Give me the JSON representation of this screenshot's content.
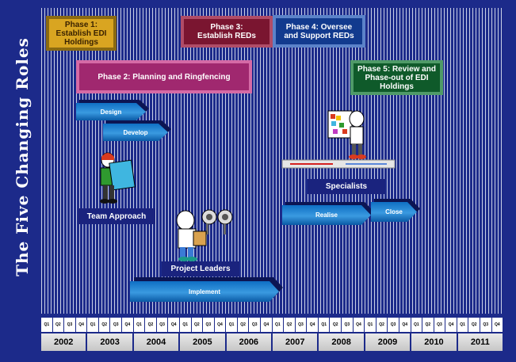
{
  "title": "The Five Changing Roles",
  "phases": [
    {
      "id": "phase1",
      "label": "Phase 1:\nEstablish EDI\nHoldings",
      "fill": "#d9a521",
      "border": "#8a6a12",
      "text": "#3a2200"
    },
    {
      "id": "phase2",
      "label": "Phase 2: Planning and Ringfencing",
      "fill": "#a0286f",
      "border": "#d56aa6",
      "text": "#ffffff"
    },
    {
      "id": "phase3",
      "label": "Phase 3:\nEstablish REDs",
      "fill": "#7a1530",
      "border": "#b04c67",
      "text": "#ffffff"
    },
    {
      "id": "phase4",
      "label": "Phase 4: Oversee\nand Support REDs",
      "fill": "#123a8e",
      "border": "#5b82c9",
      "text": "#ffffff"
    },
    {
      "id": "phase5",
      "label": "Phase 5: Review and\nPhase-out of EDI\nHoldings",
      "fill": "#0f5a2a",
      "border": "#4f9a68",
      "text": "#ffffff"
    }
  ],
  "arrows": {
    "design": "Design",
    "develop": "Develop",
    "realise": "Realise",
    "close": "Close",
    "implement": "Implement"
  },
  "roles": {
    "team_approach": "Team Approach",
    "project_leaders": "Project Leaders",
    "specialists": "Specialists"
  },
  "quarters": [
    "Q1",
    "Q2",
    "Q3",
    "Q4"
  ],
  "years": [
    "2002",
    "2003",
    "2004",
    "2005",
    "2006",
    "2007",
    "2008",
    "2009",
    "2010",
    "2011"
  ],
  "colors": {
    "background": "#1c2a8a",
    "arrow": "#1f7fd0",
    "role_label": "#1a237e"
  }
}
